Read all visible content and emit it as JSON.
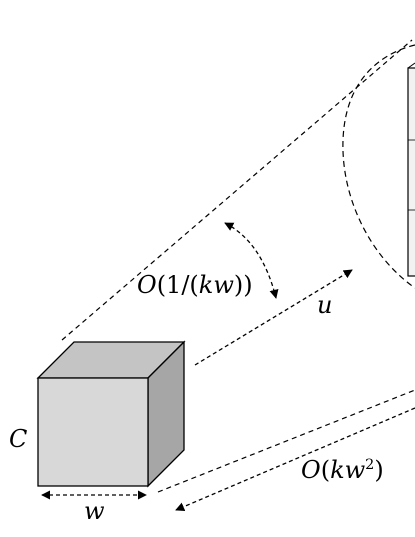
{
  "labels": {
    "c": "C",
    "w": "w",
    "u": "u",
    "angle_O": "O",
    "angle_open": "(1/(",
    "angle_var": "kw",
    "angle_close": "))",
    "dist_O": "O",
    "dist_open": "(",
    "dist_var": "kw",
    "dist_exp": "2",
    "dist_close": ")"
  },
  "colors": {
    "cube_front": "#d8d8d8",
    "cube_top": "#c4c4c4",
    "cube_side": "#a6a6a6",
    "ink": "#000000"
  }
}
